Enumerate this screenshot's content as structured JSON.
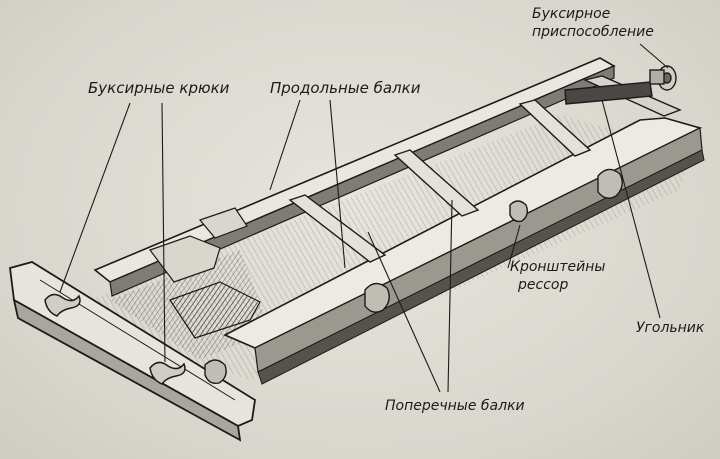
{
  "labels": {
    "tow_device_line1": "Буксирное",
    "tow_device_line2": "приспособление",
    "tow_hooks": "Буксирные крюки",
    "longitudinal_beams": "Продольные балки",
    "spring_brackets_line1": "Кронштейны",
    "spring_brackets_line2": "рессор",
    "angle": "Угольник",
    "cross_beams": "Поперечные балки"
  },
  "colors": {
    "ink": "#1b1b1b",
    "paper": "#dcdad2",
    "shade": "#8a8880"
  }
}
